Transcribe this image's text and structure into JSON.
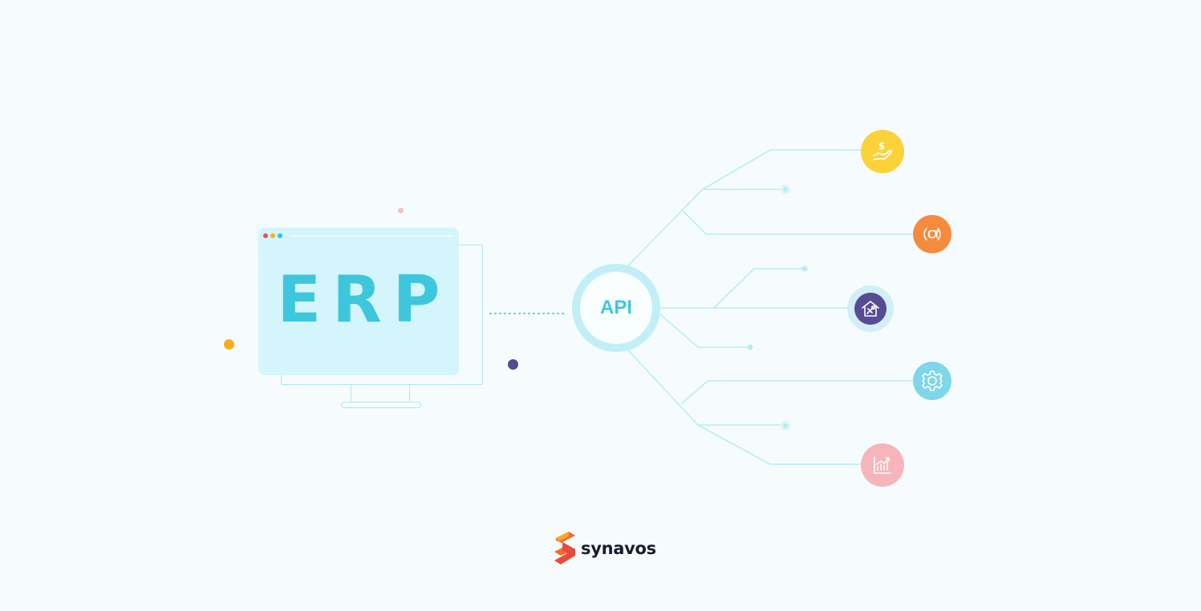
{
  "erp_label": "ERP",
  "api_label": "API",
  "brand_name": "synavos",
  "colors": {
    "background": "#f6fcfd",
    "accent_teal": "#3ec7dc",
    "line": "#b7ecf4",
    "window_red": "#ef4f4f",
    "window_yellow": "#f5b524",
    "window_teal": "#2fc4d9"
  },
  "services": [
    {
      "name": "finance",
      "icon": "hand-dollar-icon",
      "color": "#fbd237"
    },
    {
      "name": "iot",
      "icon": "iot-icon",
      "color": "#f58b3d"
    },
    {
      "name": "real-estate",
      "icon": "house-tools-icon",
      "color": "#574c93"
    },
    {
      "name": "settings",
      "icon": "gear-icon",
      "color": "#7fd6ea"
    },
    {
      "name": "analytics",
      "icon": "growth-chart-icon",
      "color": "#f6b5ba"
    }
  ]
}
